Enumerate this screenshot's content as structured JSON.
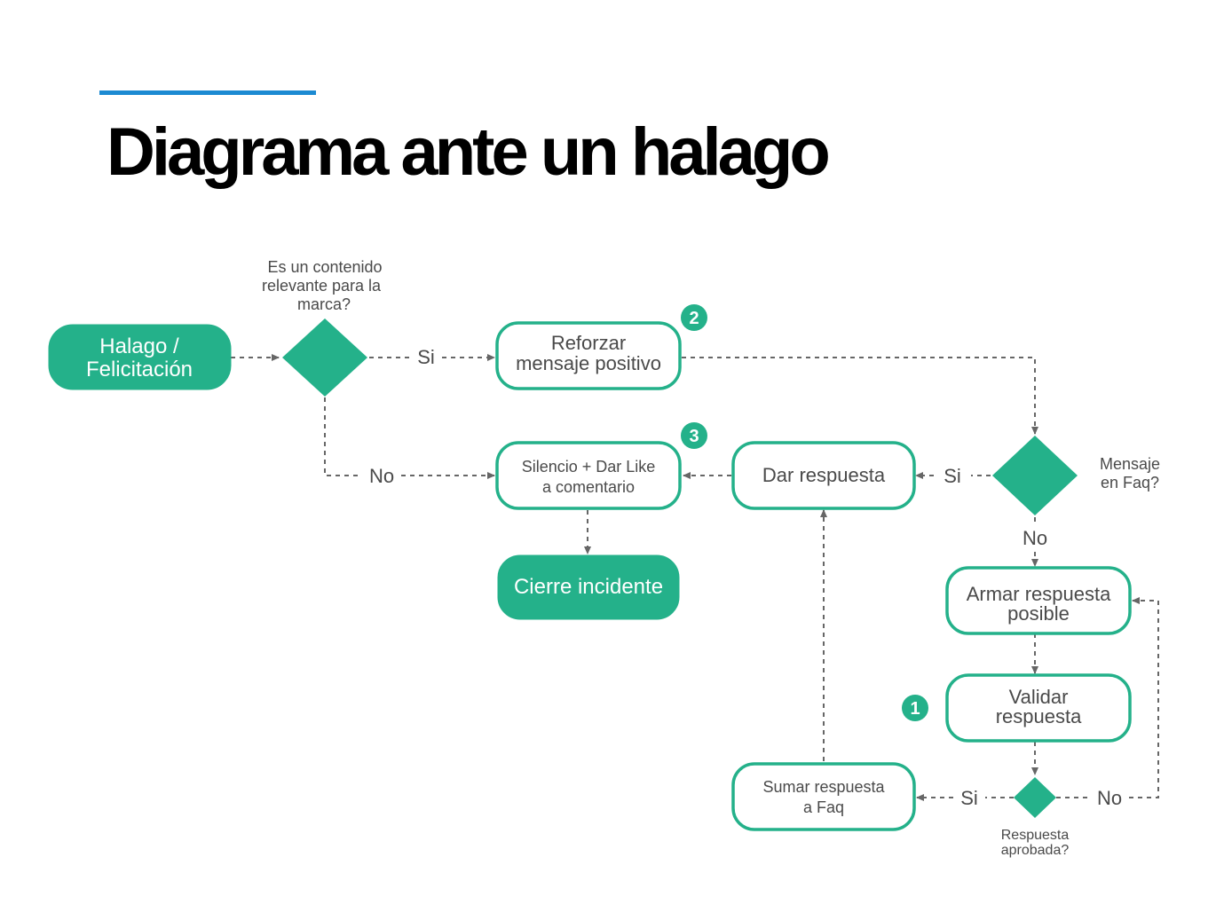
{
  "page": {
    "title": "Diagrama ante un halago",
    "accent_color": "#1c8ad2"
  },
  "diagram": {
    "node_color": "#24b18a",
    "nodes": {
      "start": {
        "line1": "Halago /",
        "line2": "Felicitación"
      },
      "decision_relevante": {
        "q1": "Es un contenido",
        "q2": "relevante para la",
        "q3": "marca?"
      },
      "reforzar": {
        "line1": "Reforzar",
        "line2": "mensaje positivo",
        "badge": "2"
      },
      "silencio": {
        "line1": "Silencio + Dar Like",
        "line2": "a comentario",
        "badge": "3"
      },
      "cierre": {
        "label": "Cierre incidente"
      },
      "dar_respuesta": {
        "label": "Dar respuesta"
      },
      "decision_faq": {
        "q1": "Mensaje",
        "q2": "en Faq?"
      },
      "armar": {
        "line1": "Armar respuesta",
        "line2": "posible"
      },
      "validar": {
        "line1": "Validar",
        "line2": "respuesta",
        "badge": "1"
      },
      "decision_aprobada": {
        "q1": "Respuesta",
        "q2": "aprobada?"
      },
      "sumar": {
        "line1": "Sumar respuesta",
        "line2": "a Faq"
      }
    },
    "edge_labels": {
      "relevante_si": "Si",
      "relevante_no": "No",
      "faq_si": "Si",
      "faq_no": "No",
      "aprobada_si": "Si",
      "aprobada_no": "No"
    }
  }
}
